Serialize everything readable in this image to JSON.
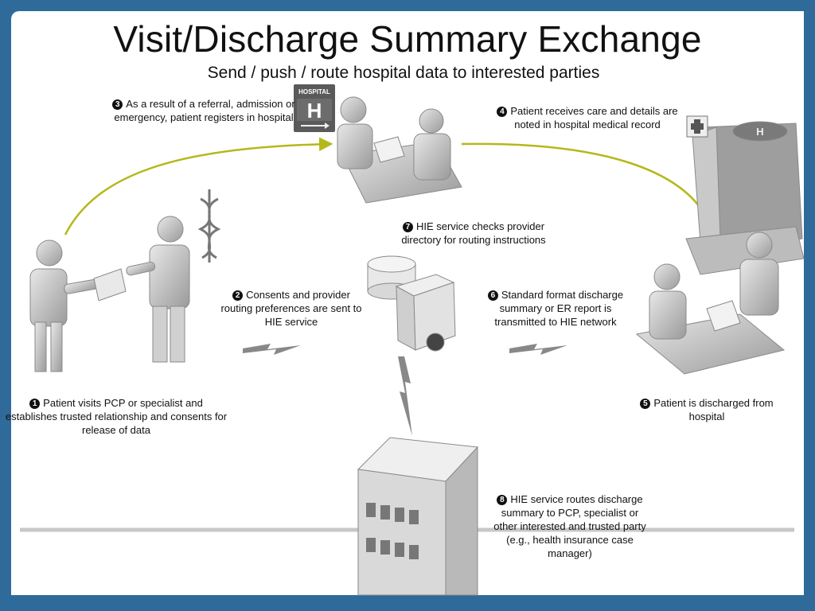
{
  "title": "Visit/Discharge Summary Exchange",
  "subtitle": "Send / push / route hospital data to interested parties",
  "hospital_sign": {
    "top": "HOSPITAL",
    "letter": "H"
  },
  "building_sign": {
    "letter": "H"
  },
  "steps": [
    {
      "num": "1",
      "text": "Patient visits PCP or specialist and establishes trusted relationship and consents for release of data"
    },
    {
      "num": "2",
      "text": "Consents and provider routing preferences are sent to HIE service"
    },
    {
      "num": "3",
      "text": "As a result of a referral, admission or emergency, patient registers in hospital"
    },
    {
      "num": "4",
      "text": "Patient receives care and details are noted in hospital medical record"
    },
    {
      "num": "5",
      "text": "Patient is discharged from hospital"
    },
    {
      "num": "6",
      "text": "Standard format discharge summary or ER report is transmitted to HIE network"
    },
    {
      "num": "7",
      "text": "HIE service checks provider directory for routing instructions"
    },
    {
      "num": "8",
      "text": "HIE service routes discharge summary to PCP, specialist or other interested and trusted party (e.g., health insurance case manager)"
    }
  ],
  "colors": {
    "frame": "#2f6b9a",
    "arrow": "#b5b81a",
    "figure": "#bdbdbd"
  }
}
